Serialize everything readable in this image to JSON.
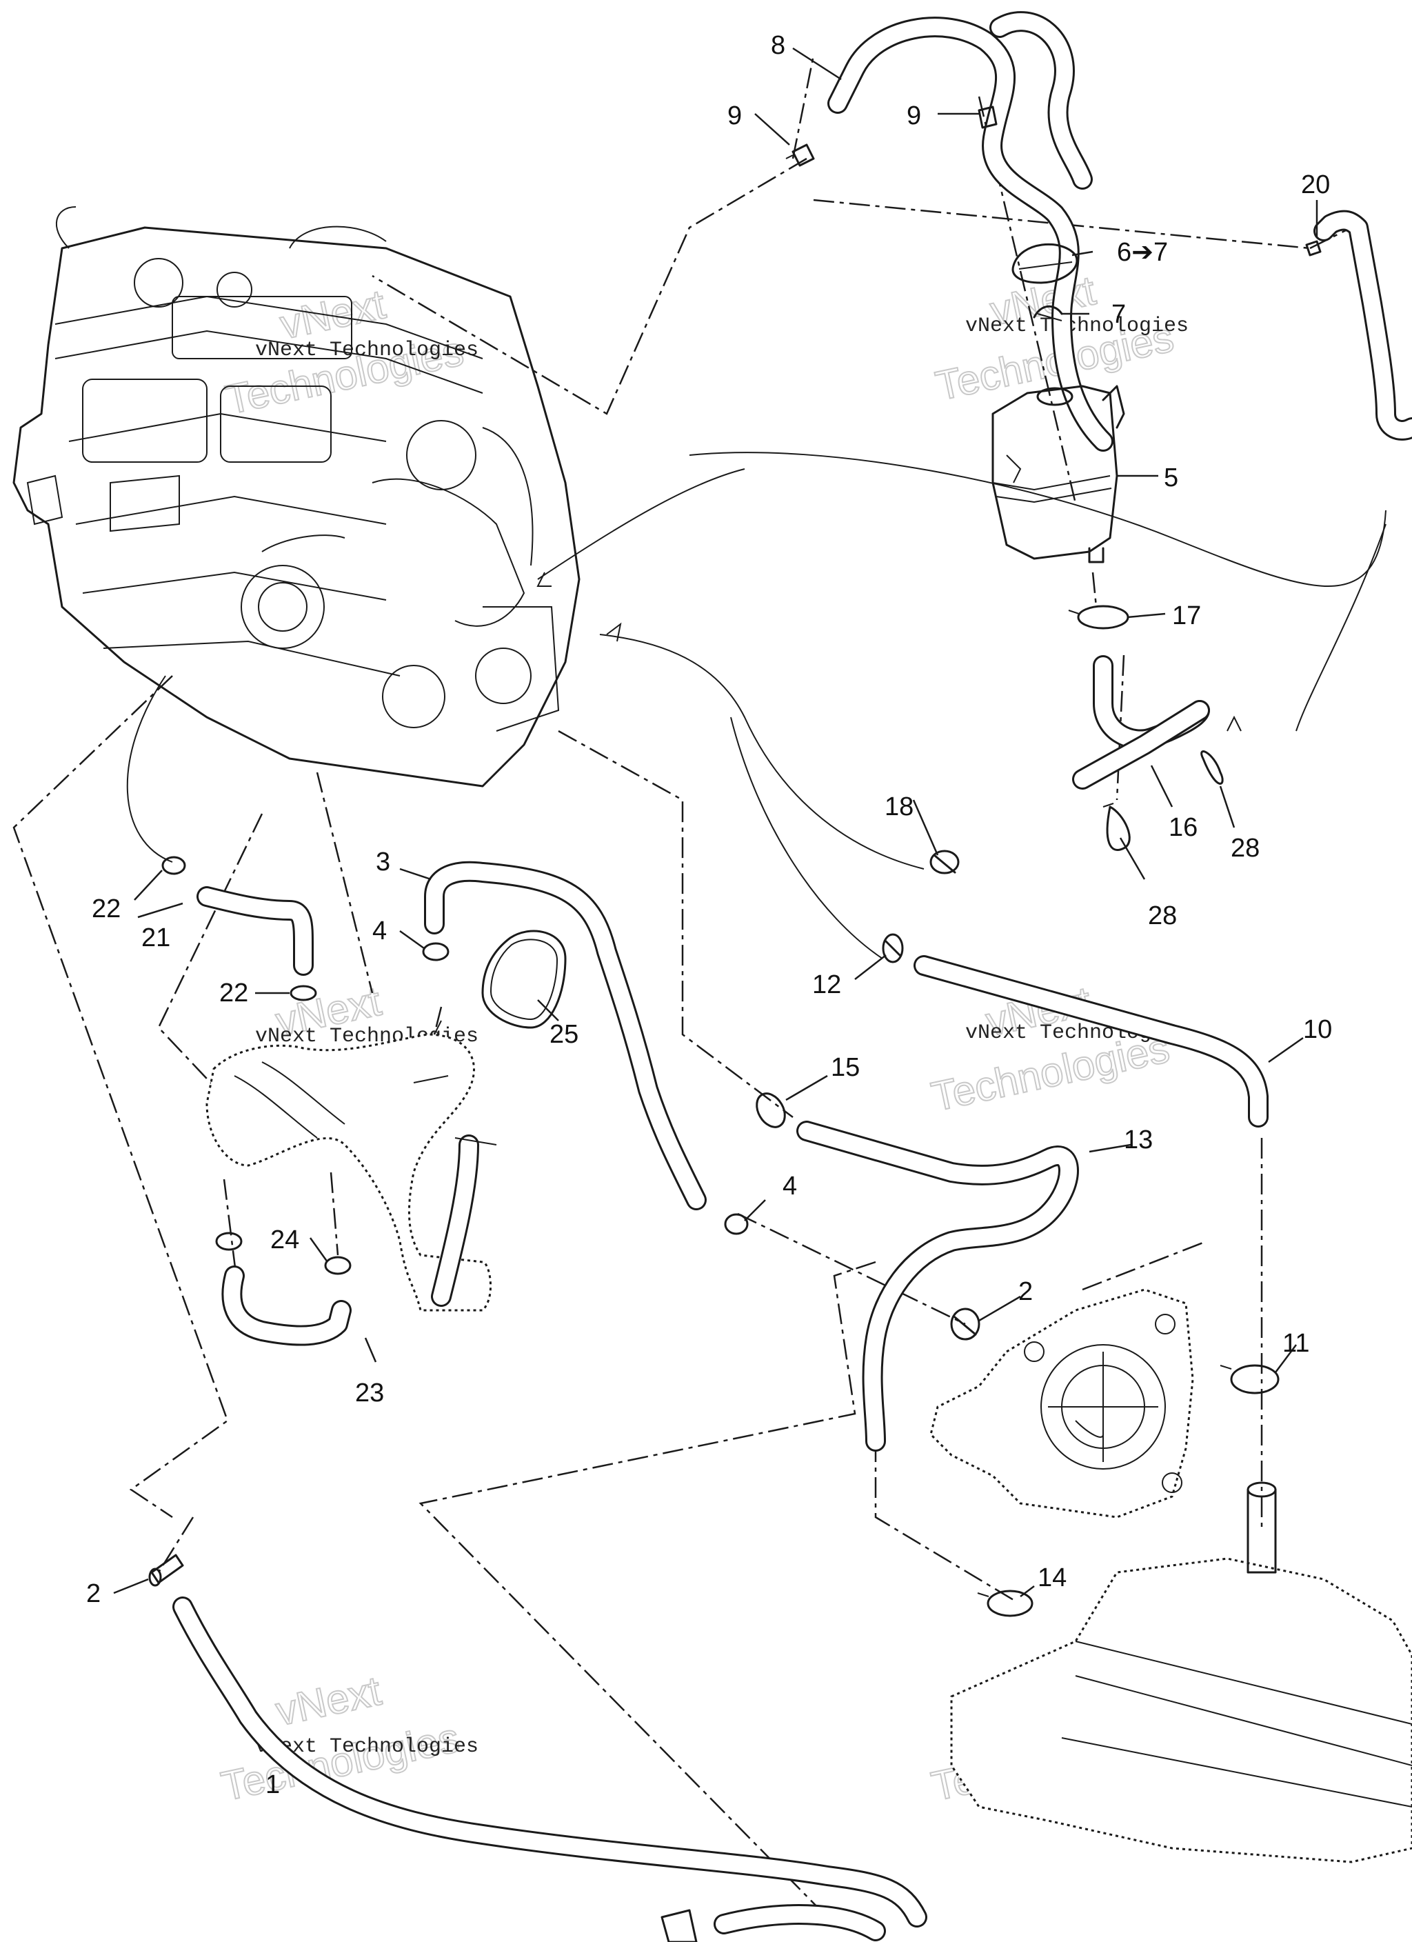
{
  "callouts": {
    "c1": "1",
    "c2a": "2",
    "c2b": "2",
    "c3": "3",
    "c4a": "4",
    "c4b": "4",
    "c5": "5",
    "c6": "6➔7",
    "c7": "7",
    "c8": "8",
    "c9a": "9",
    "c9b": "9",
    "c10": "10",
    "c11": "11",
    "c12": "12",
    "c13": "13",
    "c14": "14",
    "c15": "15",
    "c16": "16",
    "c17": "17",
    "c18": "18",
    "c20": "20",
    "c21": "21",
    "c22a": "22",
    "c22b": "22",
    "c23": "23",
    "c24": "24",
    "c25": "25",
    "c28a": "28",
    "c28b": "28"
  },
  "watermark": {
    "small": "vNext Technologies",
    "line1": "vNext",
    "line2": "Technologies"
  }
}
